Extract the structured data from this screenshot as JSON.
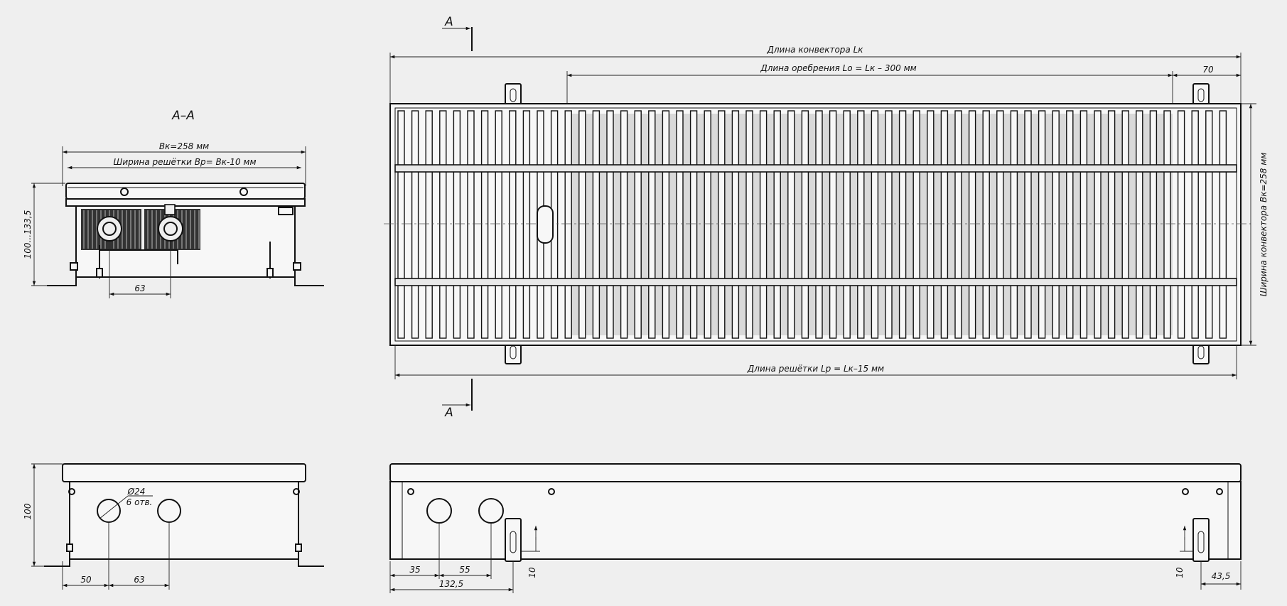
{
  "section": {
    "title": "А–А",
    "width_label": "Вк=258 мм",
    "grille_width_label": "Ширина решётки Вр= Вк-10 мм",
    "height_label": "100...133,5",
    "offset_63": "63"
  },
  "plan": {
    "section_mark_top": "А",
    "section_mark_bottom": "А",
    "length_label": "Длина конвектора Lк",
    "fin_length_label": "Длина оребрения Lо = Lк – 300 мм",
    "offset_70": "70",
    "grille_length_label": "Длина решётки Lр = Lк–15 мм",
    "width_label": "Ширина конвектора Вк=258 мм"
  },
  "end_view": {
    "height_label": "100",
    "hole_diameter_label": "Ø24",
    "hole_count_label": "6 отв.",
    "dim_50": "50",
    "dim_63": "63"
  },
  "side_view": {
    "dim_35": "35",
    "dim_55": "55",
    "dim_132_5": "132,5",
    "dim_10_left": "10",
    "dim_10_right": "10",
    "dim_43_5": "43,5"
  }
}
